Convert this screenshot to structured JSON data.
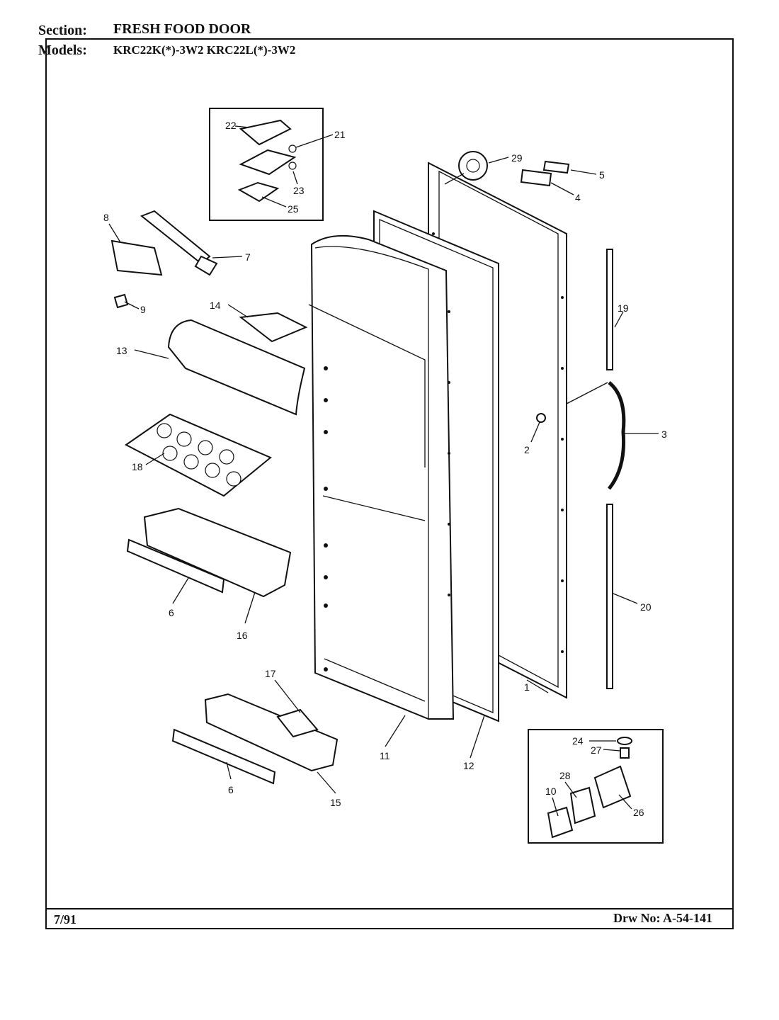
{
  "header": {
    "section_label": "Section:",
    "section_value": "FRESH FOOD DOOR",
    "models_label": "Models:",
    "models_value": "KRC22K(*)-3W2   KRC22L(*)-3W2"
  },
  "footer": {
    "date": "7/91",
    "drawing_number": "Drw No: A-54-141"
  },
  "callouts": {
    "c1": "1",
    "c2": "2",
    "c3": "3",
    "c4": "4",
    "c5": "5",
    "c6a": "6",
    "c6b": "6",
    "c7": "7",
    "c8": "8",
    "c9": "9",
    "c10": "10",
    "c11": "11",
    "c12": "12",
    "c13": "13",
    "c14": "14",
    "c15": "15",
    "c16": "16",
    "c17": "17",
    "c18": "18",
    "c19": "19",
    "c20": "20",
    "c21": "21",
    "c22": "22",
    "c23": "23",
    "c24": "24",
    "c25": "25",
    "c26": "26",
    "c27": "27",
    "c28": "28",
    "c29": "29"
  }
}
